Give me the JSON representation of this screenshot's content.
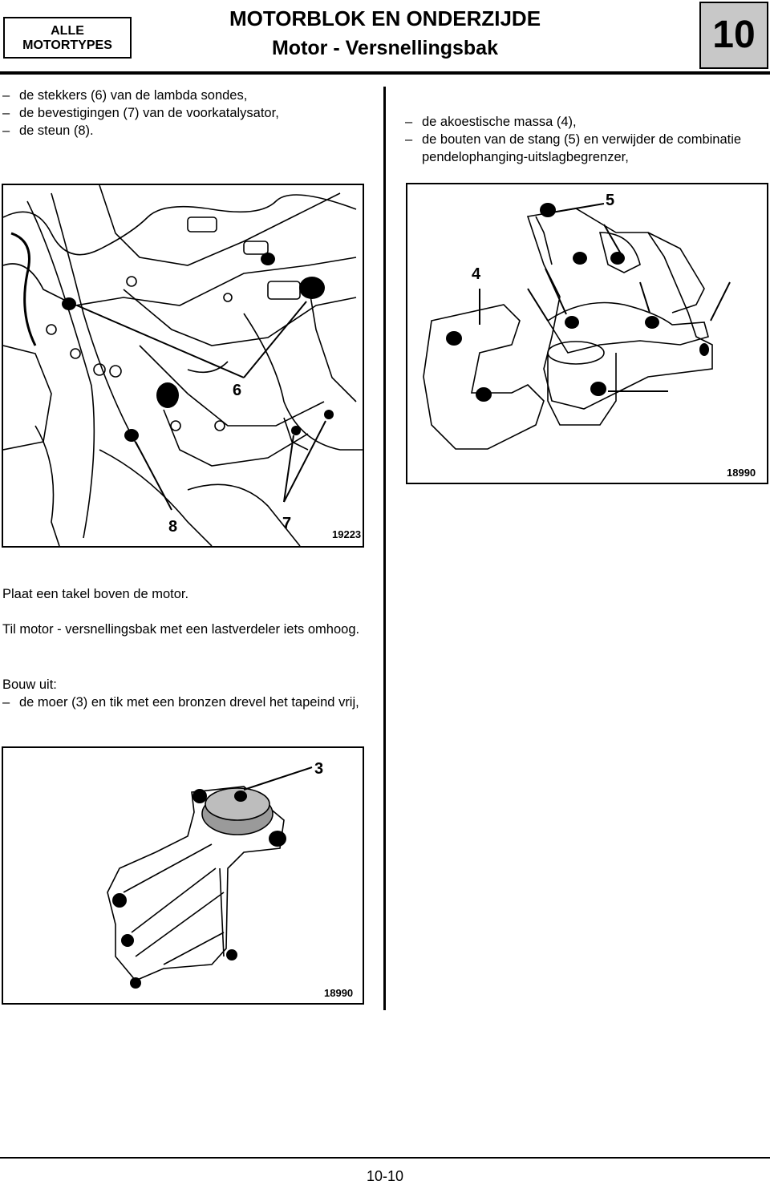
{
  "header": {
    "tag_line1": "ALLE",
    "tag_line2": "MOTORTYPES",
    "title": "MOTORBLOK EN ONDERZIJDE",
    "subtitle": "Motor - Versnellingsbak",
    "chapter": "10"
  },
  "left_list": [
    "de stekkers (6) van de lambda sondes,",
    "de bevestigingen (7) van de voorkatalysator,",
    "de steun (8)."
  ],
  "right_list": [
    "de akoestische massa (4),",
    "de bouten van de stang (5) en verwijder de combinatie pendelophanging-uitslagbegrenzer,"
  ],
  "figure1": {
    "number": "19223",
    "callouts": [
      "6",
      "8",
      "7"
    ]
  },
  "figure2": {
    "number": "18990",
    "callouts": [
      "5",
      "4"
    ]
  },
  "figure3": {
    "number": "18990",
    "callouts": [
      "3"
    ]
  },
  "paragraphs": {
    "p1": "Plaat een takel boven de motor.",
    "p2": "Til motor - versnellingsbak met een lastverdeler iets omhoog.",
    "p3": "Bouw uit:",
    "item": "de moer (3) en tik met een bronzen drevel het tapeind vrij,"
  },
  "footer": {
    "page": "10-10"
  }
}
